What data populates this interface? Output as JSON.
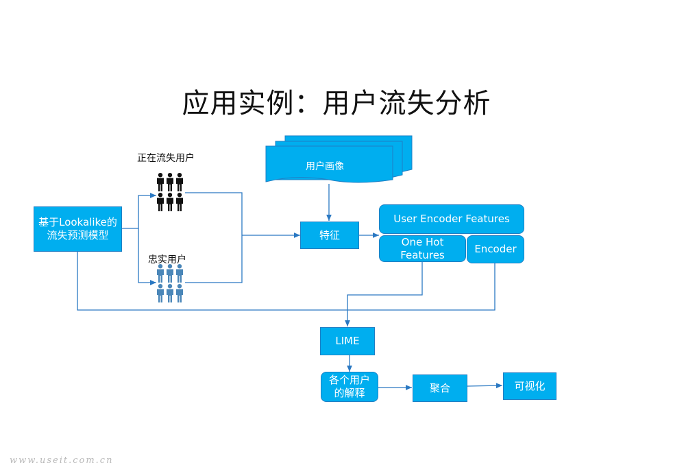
{
  "slide": {
    "title": "应用实例：用户流失分析",
    "watermark": "www.useit.com.cn"
  },
  "groups": {
    "churning_label": "正在流失用户",
    "loyal_label": "忠实用户"
  },
  "nodes": {
    "model": "基于Lookalike的流失预测模型",
    "profile": "用户画像",
    "feature": "特征",
    "user_encoder": "User Encoder Features",
    "one_hot": "One Hot Features",
    "encoder": "Encoder",
    "lime": "LIME",
    "explain": "各个用户的解释",
    "aggregate": "聚合",
    "visualize": "可视化"
  },
  "colors": {
    "box_fill": "#00aeef",
    "box_border": "#1f7fc4",
    "line": "#2a78c2",
    "churning_people": "#111111",
    "loyal_people": "#4a86b8"
  },
  "icons": {
    "churning": "people-group-icon",
    "loyal": "people-group-icon"
  }
}
